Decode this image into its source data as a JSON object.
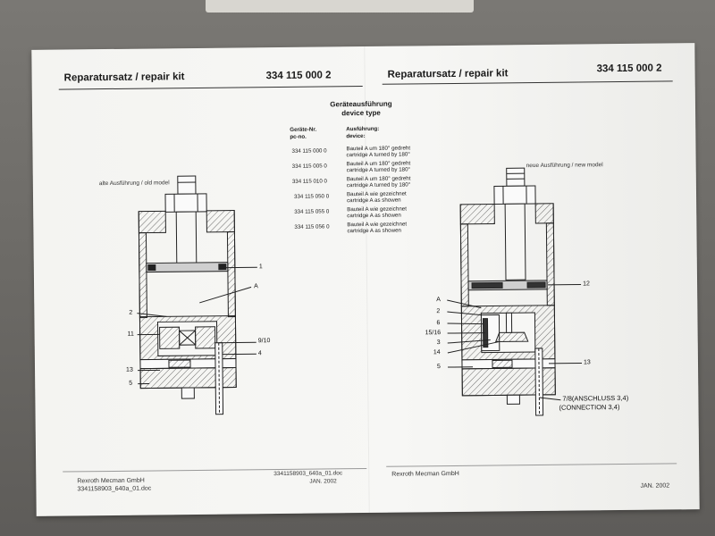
{
  "left_header": {
    "title": "Reparatursatz / repair kit",
    "number": "334 115 000 2"
  },
  "right_header": {
    "title": "Reparatursatz / repair kit",
    "number": "334 115 000 2"
  },
  "device_type": {
    "title_de": "Geräteausführung",
    "title_en": "device type",
    "col1_de": "Geräte-Nr.",
    "col1_en": "pc-no.",
    "col2_de": "Ausführung:",
    "col2_en": "device:",
    "rows": [
      {
        "no": "334 115 000 0",
        "de": "Bauteil A um 180° gedreht",
        "en": "cartridge A turned by 180°"
      },
      {
        "no": "334 115 005 0",
        "de": "Bauteil A um 180° gedreht",
        "en": "cartridge A turned by 180°"
      },
      {
        "no": "334 115 010 0",
        "de": "Bauteil A um 180° gedreht",
        "en": "cartridge A turned by 180°"
      },
      {
        "no": "334 115 050 0",
        "de": "Bauteil A wie gezeichnet",
        "en": "cartridge A as showen"
      },
      {
        "no": "334 115 055 0",
        "de": "Bauteil A wie gezeichnet",
        "en": "cartridge A as showen"
      },
      {
        "no": "334 115 056 0",
        "de": "Bauteil A wie gezeichnet",
        "en": "cartridge A as showen"
      }
    ]
  },
  "left_drawing": {
    "caption": "alte Ausführung / old model",
    "labels": {
      "l1": "1",
      "lA": "A",
      "l2": "2",
      "l11": "11",
      "l910": "9/10",
      "l4": "4",
      "l13": "13",
      "l5": "5"
    }
  },
  "right_drawing": {
    "caption": "neue Ausführung / new model",
    "labels": {
      "l12": "12",
      "lA": "A",
      "l2": "2",
      "l6": "6",
      "l1516": "15/16",
      "l3": "3",
      "l14": "14",
      "l5": "5",
      "l13": "13"
    },
    "note_line1": "7/8(ANSCHLUSS 3,4)",
    "note_line2": "(CONNECTION 3,4)"
  },
  "footer": {
    "company_left": "Rexroth Mecman GmbH",
    "doc_left": "3341158903_640a_01.doc",
    "doc_center": "3341158903_640a_01.doc",
    "date_center": "JAN. 2002",
    "company_right": "Rexroth Mecman GmbH",
    "date_right": "JAN. 2002"
  },
  "colors": {
    "paper": "#f5f5f2",
    "desk": "#6f6d6a",
    "ink": "#1b1b1b"
  }
}
